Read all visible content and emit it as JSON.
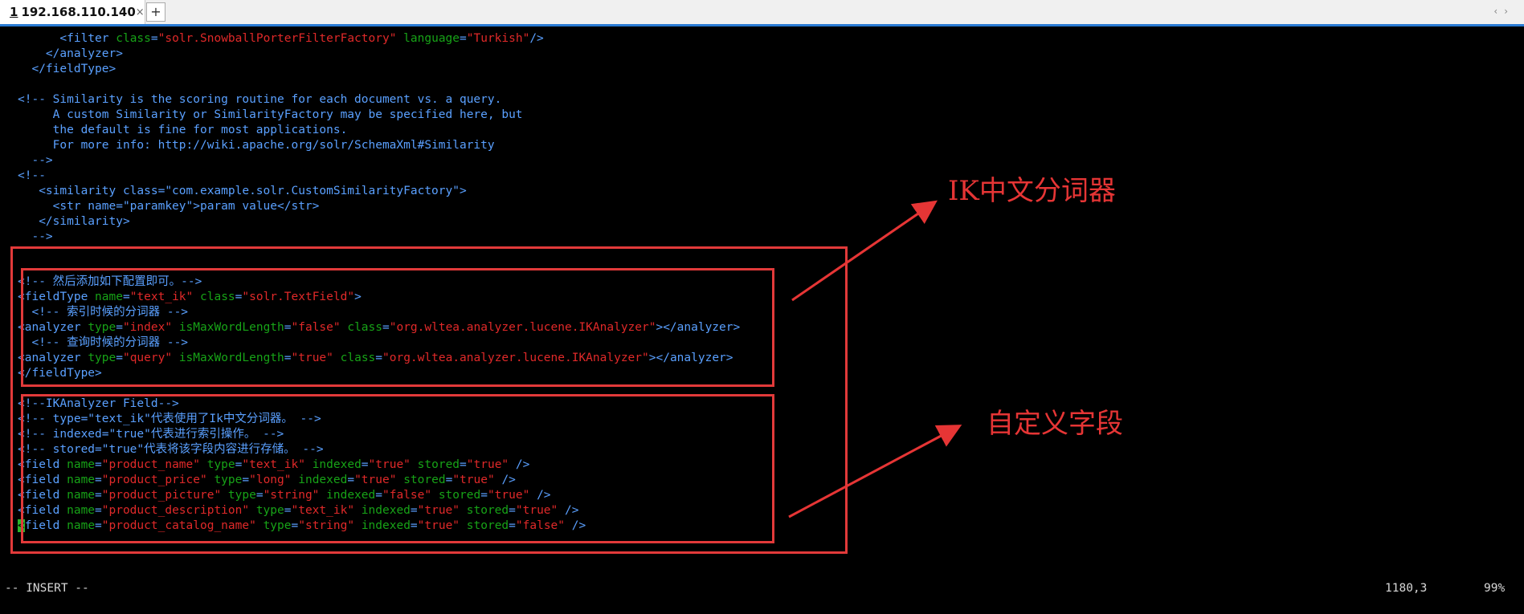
{
  "tab": {
    "number": "1",
    "title": "192.168.110.140",
    "close": "×",
    "new_tab": "+"
  },
  "lines": {
    "l0": [
      [
        "tx",
        "      "
      ],
      [
        "t",
        "<filter "
      ],
      [
        "attr",
        "class"
      ],
      [
        "t",
        "="
      ],
      [
        "val",
        "\"solr.SnowballPorterFilterFactory\""
      ],
      [
        "t",
        " "
      ],
      [
        "attr",
        "language"
      ],
      [
        "t",
        "="
      ],
      [
        "val",
        "\"Turkish\""
      ],
      [
        "t",
        "/>"
      ]
    ],
    "l1": [
      [
        "t",
        "    </analyzer>"
      ]
    ],
    "l2": [
      [
        "t",
        "  </fieldType>"
      ]
    ],
    "l3": [],
    "l4": [
      [
        "cm",
        "<!-- Similarity is the scoring routine for each document vs. a query."
      ]
    ],
    "l5": [
      [
        "cm",
        "     A custom Similarity or SimilarityFactory may be specified here, but"
      ]
    ],
    "l6": [
      [
        "cm",
        "     the default is fine for most applications."
      ]
    ],
    "l7": [
      [
        "cm",
        "     For more info: http://wiki.apache.org/solr/SchemaXml#Similarity"
      ]
    ],
    "l8": [
      [
        "cm",
        "  -->"
      ]
    ],
    "l9": [
      [
        "cm",
        "<!--"
      ]
    ],
    "l10": [
      [
        "cm",
        "   <similarity class=\"com.example.solr.CustomSimilarityFactory\">"
      ]
    ],
    "l11": [
      [
        "cm",
        "     <str name=\"paramkey\">param value</str>"
      ]
    ],
    "l12": [
      [
        "cm",
        "   </similarity>"
      ]
    ],
    "l13": [
      [
        "cm",
        "  -->"
      ]
    ],
    "l14": [],
    "l15": [
      [
        "cm",
        "<!-- 然后添加如下配置即可。-->"
      ]
    ],
    "l16": [
      [
        "t",
        "<fieldType "
      ],
      [
        "attr",
        "name"
      ],
      [
        "t",
        "="
      ],
      [
        "val",
        "\"text_ik\""
      ],
      [
        "t",
        " "
      ],
      [
        "attr",
        "class"
      ],
      [
        "t",
        "="
      ],
      [
        "val",
        "\"solr.TextField\""
      ],
      [
        "t",
        ">"
      ]
    ],
    "l17": [
      [
        "cm",
        "  <!-- 索引时候的分词器 -->"
      ]
    ],
    "l18": [
      [
        "t",
        "<analyzer "
      ],
      [
        "attr",
        "type"
      ],
      [
        "t",
        "="
      ],
      [
        "val",
        "\"index\""
      ],
      [
        "t",
        " "
      ],
      [
        "attr",
        "isMaxWordLength"
      ],
      [
        "t",
        "="
      ],
      [
        "val",
        "\"false\""
      ],
      [
        "t",
        " "
      ],
      [
        "attr",
        "class"
      ],
      [
        "t",
        "="
      ],
      [
        "val",
        "\"org.wltea.analyzer.lucene.IKAnalyzer\""
      ],
      [
        "t",
        "></analyzer>"
      ]
    ],
    "l19": [
      [
        "cm",
        "  <!-- 查询时候的分词器 -->"
      ]
    ],
    "l20": [
      [
        "t",
        "<analyzer "
      ],
      [
        "attr",
        "type"
      ],
      [
        "t",
        "="
      ],
      [
        "val",
        "\"query\""
      ],
      [
        "t",
        " "
      ],
      [
        "attr",
        "isMaxWordLength"
      ],
      [
        "t",
        "="
      ],
      [
        "val",
        "\"true\""
      ],
      [
        "t",
        " "
      ],
      [
        "attr",
        "class"
      ],
      [
        "t",
        "="
      ],
      [
        "val",
        "\"org.wltea.analyzer.lucene.IKAnalyzer\""
      ],
      [
        "t",
        "></analyzer>"
      ]
    ],
    "l21": [
      [
        "t",
        "</fieldType>"
      ]
    ],
    "l22": [],
    "l23": [
      [
        "cm",
        "<!--IKAnalyzer Field-->"
      ]
    ],
    "l24": [
      [
        "cm",
        "<!-- type=\"text_ik\"代表使用了Ik中文分词器。 -->"
      ]
    ],
    "l25": [
      [
        "cm",
        "<!-- indexed=\"true\"代表进行索引操作。 -->"
      ]
    ],
    "l26": [
      [
        "cm",
        "<!-- stored=\"true\"代表将该字段内容进行存储。 -->"
      ]
    ],
    "l27": [
      [
        "t",
        "<field "
      ],
      [
        "attr",
        "name"
      ],
      [
        "t",
        "="
      ],
      [
        "val",
        "\"product_name\""
      ],
      [
        "t",
        " "
      ],
      [
        "attr",
        "type"
      ],
      [
        "t",
        "="
      ],
      [
        "val",
        "\"text_ik\""
      ],
      [
        "t",
        " "
      ],
      [
        "attr",
        "indexed"
      ],
      [
        "t",
        "="
      ],
      [
        "val",
        "\"true\""
      ],
      [
        "t",
        " "
      ],
      [
        "attr",
        "stored"
      ],
      [
        "t",
        "="
      ],
      [
        "val",
        "\"true\""
      ],
      [
        "t",
        " />"
      ]
    ],
    "l28": [
      [
        "t",
        "<field "
      ],
      [
        "attr",
        "name"
      ],
      [
        "t",
        "="
      ],
      [
        "val",
        "\"product_price\""
      ],
      [
        "t",
        " "
      ],
      [
        "attr",
        "type"
      ],
      [
        "t",
        "="
      ],
      [
        "val",
        "\"long\""
      ],
      [
        "t",
        " "
      ],
      [
        "attr",
        "indexed"
      ],
      [
        "t",
        "="
      ],
      [
        "val",
        "\"true\""
      ],
      [
        "t",
        " "
      ],
      [
        "attr",
        "stored"
      ],
      [
        "t",
        "="
      ],
      [
        "val",
        "\"true\""
      ],
      [
        "t",
        " />"
      ]
    ],
    "l29": [
      [
        "t",
        "<field "
      ],
      [
        "attr",
        "name"
      ],
      [
        "t",
        "="
      ],
      [
        "val",
        "\"product_picture\""
      ],
      [
        "t",
        " "
      ],
      [
        "attr",
        "type"
      ],
      [
        "t",
        "="
      ],
      [
        "val",
        "\"string\""
      ],
      [
        "t",
        " "
      ],
      [
        "attr",
        "indexed"
      ],
      [
        "t",
        "="
      ],
      [
        "val",
        "\"false\""
      ],
      [
        "t",
        " "
      ],
      [
        "attr",
        "stored"
      ],
      [
        "t",
        "="
      ],
      [
        "val",
        "\"true\""
      ],
      [
        "t",
        " />"
      ]
    ],
    "l30": [
      [
        "t",
        "<field "
      ],
      [
        "attr",
        "name"
      ],
      [
        "t",
        "="
      ],
      [
        "val",
        "\"product_description\""
      ],
      [
        "t",
        " "
      ],
      [
        "attr",
        "type"
      ],
      [
        "t",
        "="
      ],
      [
        "val",
        "\"text_ik\""
      ],
      [
        "t",
        " "
      ],
      [
        "attr",
        "indexed"
      ],
      [
        "t",
        "="
      ],
      [
        "val",
        "\"true\""
      ],
      [
        "t",
        " "
      ],
      [
        "attr",
        "stored"
      ],
      [
        "t",
        "="
      ],
      [
        "val",
        "\"true\""
      ],
      [
        "t",
        " />"
      ]
    ],
    "l31": [
      [
        "cursor",
        "<"
      ],
      [
        "t",
        "field "
      ],
      [
        "attr",
        "name"
      ],
      [
        "t",
        "="
      ],
      [
        "val",
        "\"product_catalog_name\""
      ],
      [
        "t",
        " "
      ],
      [
        "attr",
        "type"
      ],
      [
        "t",
        "="
      ],
      [
        "val",
        "\"string\""
      ],
      [
        "t",
        " "
      ],
      [
        "attr",
        "indexed"
      ],
      [
        "t",
        "="
      ],
      [
        "val",
        "\"true\""
      ],
      [
        "t",
        " "
      ],
      [
        "attr",
        "stored"
      ],
      [
        "t",
        "="
      ],
      [
        "val",
        "\"false\""
      ],
      [
        "t",
        " />"
      ]
    ]
  },
  "status": {
    "mode": "-- INSERT --",
    "position": "1180,3",
    "percent": "99%"
  },
  "annotations": {
    "ik_label": "IK中文分词器",
    "field_label": "自定义字段"
  },
  "colors": {
    "annotation": "#e63535",
    "tag": "#5aa0ff",
    "attribute": "#17a317",
    "value": "#e02929",
    "cursor": "#2ab42a"
  }
}
